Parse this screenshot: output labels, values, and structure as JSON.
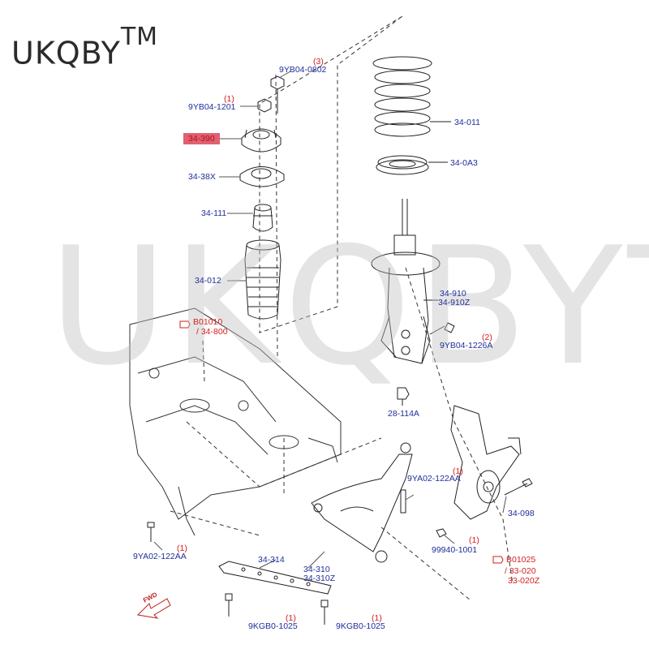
{
  "brand": {
    "text": "UKQBY",
    "tm": "TM"
  },
  "watermark": "UKQBYTM",
  "highlight_color": "#e06070",
  "label_color": "#1f2f9a",
  "ref_color": "#d42020",
  "parts": {
    "p9yb04_0802": "9YB04-0802",
    "q3": "(3)",
    "p9yb04_1201": "9YB04-1201",
    "q1a": "(1)",
    "p34_390": "34-390",
    "p34_38x": "34-38X",
    "p34_111": "34-111",
    "p34_012": "34-012",
    "p34_011": "34-011",
    "p34_0a3": "34-0A3",
    "p34_910": "34-910",
    "p34_910z": "34-910Z",
    "p9yb04_1226a": "9YB04-1226A",
    "q2": "(2)",
    "p28_114a": "28-114A",
    "p9ya02_122aa_r": "9YA02-122AA",
    "q1b": "(1)",
    "p34_098": "34-098",
    "p99940_1001": "99940-1001",
    "q1c": "(1)",
    "p9ya02_122aa_l": "9YA02-122AA",
    "q1d": "(1)",
    "p34_314": "34-314",
    "p34_310": "34-310",
    "p34_310z": "34-310Z",
    "p9kgb0_1025_a": "9KGB0-1025",
    "q1e": "(1)",
    "p9kgb0_1025_b": "9KGB0-1025",
    "q1f": "(1)"
  },
  "refs": {
    "b01010": "B01010",
    "p34_800": "/ 34-800",
    "b01025": "B01025",
    "p33_020": "/ 33-020",
    "p33_020z": "33-020Z"
  },
  "fwd": "FWD"
}
